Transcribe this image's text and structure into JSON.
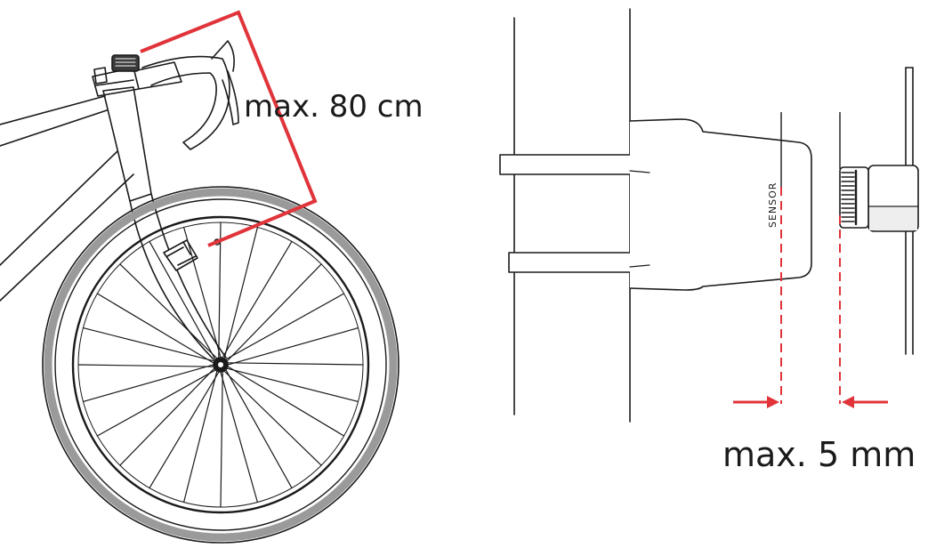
{
  "labels": {
    "distance_max": "max. 80 cm",
    "gap_max": "max. 5 mm",
    "sensor_text": "SENSOR"
  },
  "colors": {
    "line": "#1a1a1a",
    "tire": "#9a9a9a",
    "accent": "#e0343a"
  },
  "wheel": {
    "spoke_count": 24
  }
}
